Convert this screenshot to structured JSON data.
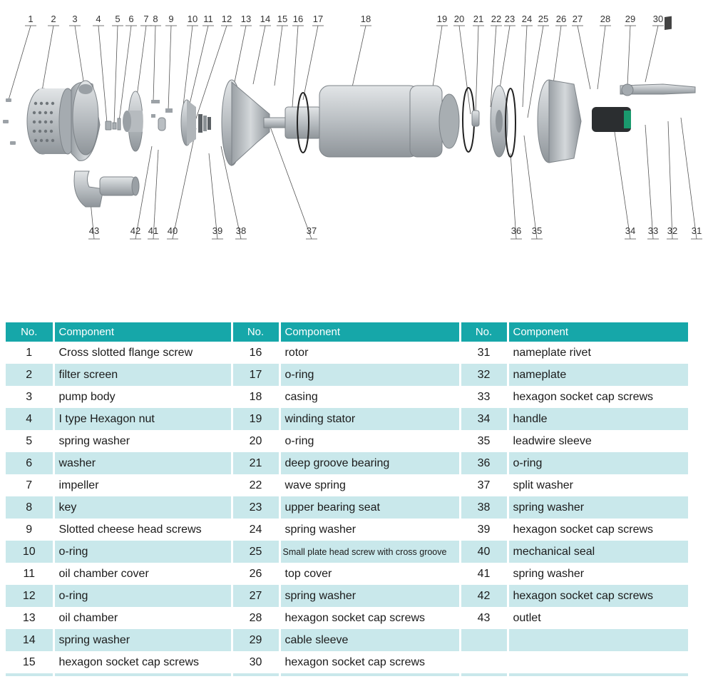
{
  "callouts_top": [
    "1",
    "2",
    "3",
    "4",
    "5",
    "6",
    "7",
    "8",
    "9",
    "10",
    "11",
    "12",
    "13",
    "14",
    "15",
    "16",
    "17",
    "18",
    "19",
    "20",
    "21",
    "22",
    "23",
    "24",
    "25",
    "26",
    "27",
    "28",
    "29",
    "30"
  ],
  "callouts_bottom": [
    "43",
    "42",
    "41",
    "40",
    "39",
    "38",
    "37",
    "36",
    "35",
    "34",
    "33",
    "32",
    "31"
  ],
  "table": {
    "headers": {
      "no": "No.",
      "component": "Component"
    },
    "rows": [
      [
        {
          "no": "1",
          "name": "Cross slotted flange screw"
        },
        {
          "no": "16",
          "name": "rotor"
        },
        {
          "no": "31",
          "name": "nameplate rivet"
        }
      ],
      [
        {
          "no": "2",
          "name": "filter screen"
        },
        {
          "no": "17",
          "name": "o-ring"
        },
        {
          "no": "32",
          "name": "nameplate"
        }
      ],
      [
        {
          "no": "3",
          "name": "pump body"
        },
        {
          "no": "18",
          "name": "casing"
        },
        {
          "no": "33",
          "name": "hexagon socket cap screws"
        }
      ],
      [
        {
          "no": "4",
          "name": "I type Hexagon nut"
        },
        {
          "no": "19",
          "name": "winding stator"
        },
        {
          "no": "34",
          "name": "handle"
        }
      ],
      [
        {
          "no": "5",
          "name": "spring washer"
        },
        {
          "no": "20",
          "name": "o-ring"
        },
        {
          "no": "35",
          "name": "leadwire sleeve"
        }
      ],
      [
        {
          "no": "6",
          "name": "washer"
        },
        {
          "no": "21",
          "name": "deep groove bearing"
        },
        {
          "no": "36",
          "name": "o-ring"
        }
      ],
      [
        {
          "no": "7",
          "name": "impeller"
        },
        {
          "no": "22",
          "name": "wave spring"
        },
        {
          "no": "37",
          "name": "split washer"
        }
      ],
      [
        {
          "no": "8",
          "name": "key"
        },
        {
          "no": "23",
          "name": "upper bearing seat"
        },
        {
          "no": "38",
          "name": "spring washer"
        }
      ],
      [
        {
          "no": "9",
          "name": "Slotted cheese head screws"
        },
        {
          "no": "24",
          "name": "spring washer"
        },
        {
          "no": "39",
          "name": "hexagon socket cap screws"
        }
      ],
      [
        {
          "no": "10",
          "name": "o-ring"
        },
        {
          "no": "25",
          "name": "Small plate head screw with cross groove"
        },
        {
          "no": "40",
          "name": "mechanical seal"
        }
      ],
      [
        {
          "no": "11",
          "name": "oil chamber cover"
        },
        {
          "no": "26",
          "name": "top cover"
        },
        {
          "no": "41",
          "name": "spring washer"
        }
      ],
      [
        {
          "no": "12",
          "name": "o-ring"
        },
        {
          "no": "27",
          "name": "spring washer"
        },
        {
          "no": "42",
          "name": "hexagon socket cap screws"
        }
      ],
      [
        {
          "no": "13",
          "name": "oil chamber"
        },
        {
          "no": "28",
          "name": "hexagon socket cap screws"
        },
        {
          "no": "43",
          "name": "outlet"
        }
      ],
      [
        {
          "no": "14",
          "name": "spring washer"
        },
        {
          "no": "29",
          "name": "cable sleeve"
        },
        {
          "no": "",
          "name": ""
        }
      ],
      [
        {
          "no": "15",
          "name": "hexagon socket cap screws"
        },
        {
          "no": "30",
          "name": "hexagon socket cap screws"
        },
        {
          "no": "",
          "name": ""
        }
      ]
    ]
  },
  "colors": {
    "header_bg": "#16a7a9",
    "row_shade": "#c9e8eb",
    "part_metal": "#b9bec2",
    "handle_green": "#1a9a6e"
  }
}
